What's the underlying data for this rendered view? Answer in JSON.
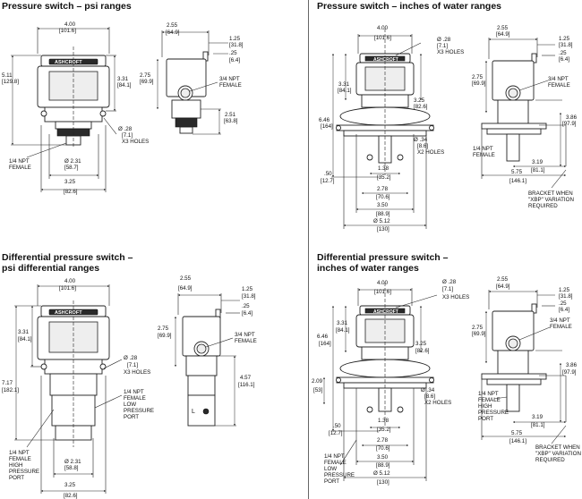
{
  "titles": {
    "tl": "Pressure switch – psi ranges",
    "tr": "Pressure switch – inches of water ranges",
    "bl1": "Differential pressure switch –",
    "bl2": "psi differential ranges",
    "br1": "Differential pressure switch –",
    "br2": "inches of water ranges"
  },
  "brand": "ASHCROFT",
  "tl": {
    "w": [
      "4.00",
      "[101.6]"
    ],
    "h": [
      "5.11",
      "[129.8]"
    ],
    "h2": [
      "3.31",
      "[84.1]"
    ],
    "holes": [
      "Ø .28",
      "[7.1]",
      "X3 HOLES"
    ],
    "npt": [
      "1/4 NPT",
      "FEMALE"
    ],
    "dia": [
      "Ø 2.31",
      "[58.7]"
    ],
    "base": [
      "3.25",
      "[82.6]"
    ],
    "side_w": [
      "2.55",
      "[64.9]"
    ],
    "s1": [
      "1.25",
      "[31.8]"
    ],
    "s2": [
      ".25",
      "[6.4]"
    ],
    "s3": [
      "2.75",
      "[69.9]"
    ],
    "conduit": [
      "3/4 NPT",
      "FEMALE"
    ],
    "s4": [
      "2.51",
      "[63.8]"
    ]
  },
  "tr": {
    "w": [
      "4.00",
      "[101.6]"
    ],
    "holes": [
      "Ø .28",
      "[7.1]",
      "X3 HOLES"
    ],
    "h1": [
      "3.31",
      "[84.1]"
    ],
    "h2": [
      "3.25",
      "[82.6]"
    ],
    "tot": [
      "6.46",
      "[164]"
    ],
    "m1": [
      "Ø .34",
      "[8.6]",
      "X2 HOLES"
    ],
    "m2": [
      ".50",
      "[12.7]"
    ],
    "m3": [
      "1.38",
      "[35.2]"
    ],
    "m4": [
      "2.78",
      "[70.6]"
    ],
    "m5": [
      "3.50",
      "[88.9]"
    ],
    "m6": [
      "Ø 5.12",
      "[130]"
    ],
    "npt": [
      "1/4 NPT",
      "FEMALE"
    ],
    "side_w": [
      "2.55",
      "[64.9]"
    ],
    "s1": [
      "1.25",
      "[31.8]"
    ],
    "s2": [
      ".25",
      "[6.4]"
    ],
    "s3": [
      "2.75",
      "[69.9]"
    ],
    "conduit": [
      "3/4 NPT",
      "FEMALE"
    ],
    "s4": [
      "3.86",
      "[97.9]"
    ],
    "s5": [
      "3.19",
      "[81.1]"
    ],
    "s6": [
      "5.75",
      "[146.1]"
    ],
    "bracket": [
      "BRACKET WHEN",
      "\"XBP\" VARIATION",
      "REQUIRED"
    ]
  },
  "bl": {
    "w": [
      "4.00",
      "[101.6]"
    ],
    "h2": [
      "3.31",
      "[84.1]"
    ],
    "h": [
      "7.17",
      "[182.1]"
    ],
    "holes": [
      "Ø .28",
      "[7.1]",
      "X3 HOLES"
    ],
    "low": [
      "1/4 NPT",
      "FEMALE",
      "LOW",
      "PRESSURE",
      "PORT"
    ],
    "high": [
      "1/4 NPT",
      "FEMALE",
      "HIGH",
      "PRESSURE",
      "PORT"
    ],
    "dia": [
      "Ø 2.31",
      "[58.8]"
    ],
    "base": [
      "3.25",
      "[82.6]"
    ],
    "side_w": [
      "2.55",
      "[64.9]"
    ],
    "s1": [
      "1.25",
      "[31.8]"
    ],
    "s2": [
      ".25",
      "[6.4]"
    ],
    "s3": [
      "2.75",
      "[69.9]"
    ],
    "conduit": [
      "3/4 NPT",
      "FEMALE"
    ],
    "s4": [
      "4.57",
      "[116.1]"
    ],
    "port_letter": "L"
  },
  "br": {
    "w": [
      "4.00",
      "[101.6]"
    ],
    "holes": [
      "Ø .28",
      "[7.1]",
      "X3 HOLES"
    ],
    "h1": [
      "3.31",
      "[84.1]"
    ],
    "h2": [
      "3.25",
      "[82.6]"
    ],
    "tot": [
      "6.46",
      "[164]"
    ],
    "m0": [
      "2.09",
      "[53]"
    ],
    "m1": [
      "Ø .34",
      "[8.6]",
      "X2 HOLES"
    ],
    "m2": [
      ".50",
      "[12.7]"
    ],
    "m3": [
      "1.38",
      "[35.2]"
    ],
    "m4": [
      "2.78",
      "[70.6]"
    ],
    "m5": [
      "3.50",
      "[88.9]"
    ],
    "m6": [
      "Ø 5.12",
      "[130]"
    ],
    "low": [
      "1/4 NPT",
      "FEMALE",
      "LOW",
      "PRESSURE",
      "PORT"
    ],
    "high": [
      "1/4 NPT",
      "FEMALE",
      "HIGH",
      "PRESSURE",
      "PORT"
    ],
    "side_w": [
      "2.55",
      "[64.9]"
    ],
    "s1": [
      "1.25",
      "[31.8]"
    ],
    "s2": [
      ".25",
      "[6.4]"
    ],
    "s3": [
      "2.75",
      "[69.9]"
    ],
    "conduit": [
      "3/4 NPT",
      "FEMALE"
    ],
    "s4": [
      "3.86",
      "[97.9]"
    ],
    "s5": [
      "3.19",
      "[81.1]"
    ],
    "s6": [
      "5.75",
      "[146.1]"
    ],
    "bracket": [
      "BRACKET WHEN",
      "\"XBP\" VARIATION",
      "REQUIRED"
    ]
  }
}
